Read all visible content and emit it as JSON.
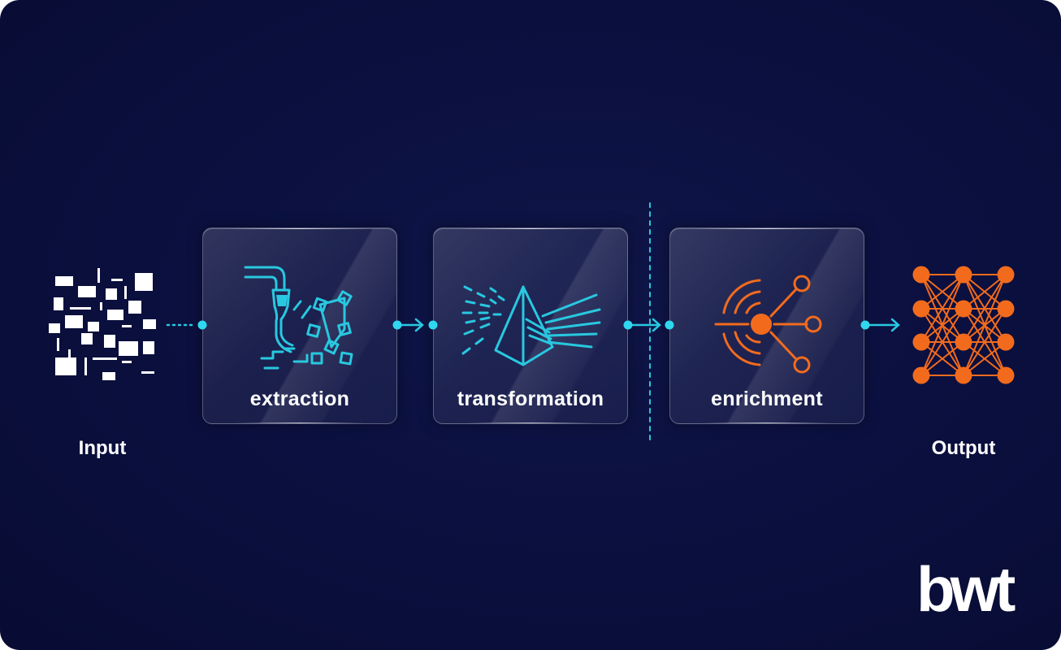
{
  "stages": {
    "input_label": "Input",
    "extraction_label": "extraction",
    "transformation_label": "transformation",
    "enrichment_label": "enrichment",
    "output_label": "Output"
  },
  "brand": {
    "logo_text": "bwt"
  },
  "colors": {
    "background": "#0b1040",
    "cyan_accent": "#28c8e0",
    "orange_accent": "#f26b1d",
    "text": "#ffffff"
  },
  "icons": {
    "input": "scattered-data-blocks-icon",
    "extraction": "funnel-extraction-icon",
    "transformation": "prism-icon",
    "enrichment": "radar-network-icon",
    "output": "neural-network-icon"
  }
}
